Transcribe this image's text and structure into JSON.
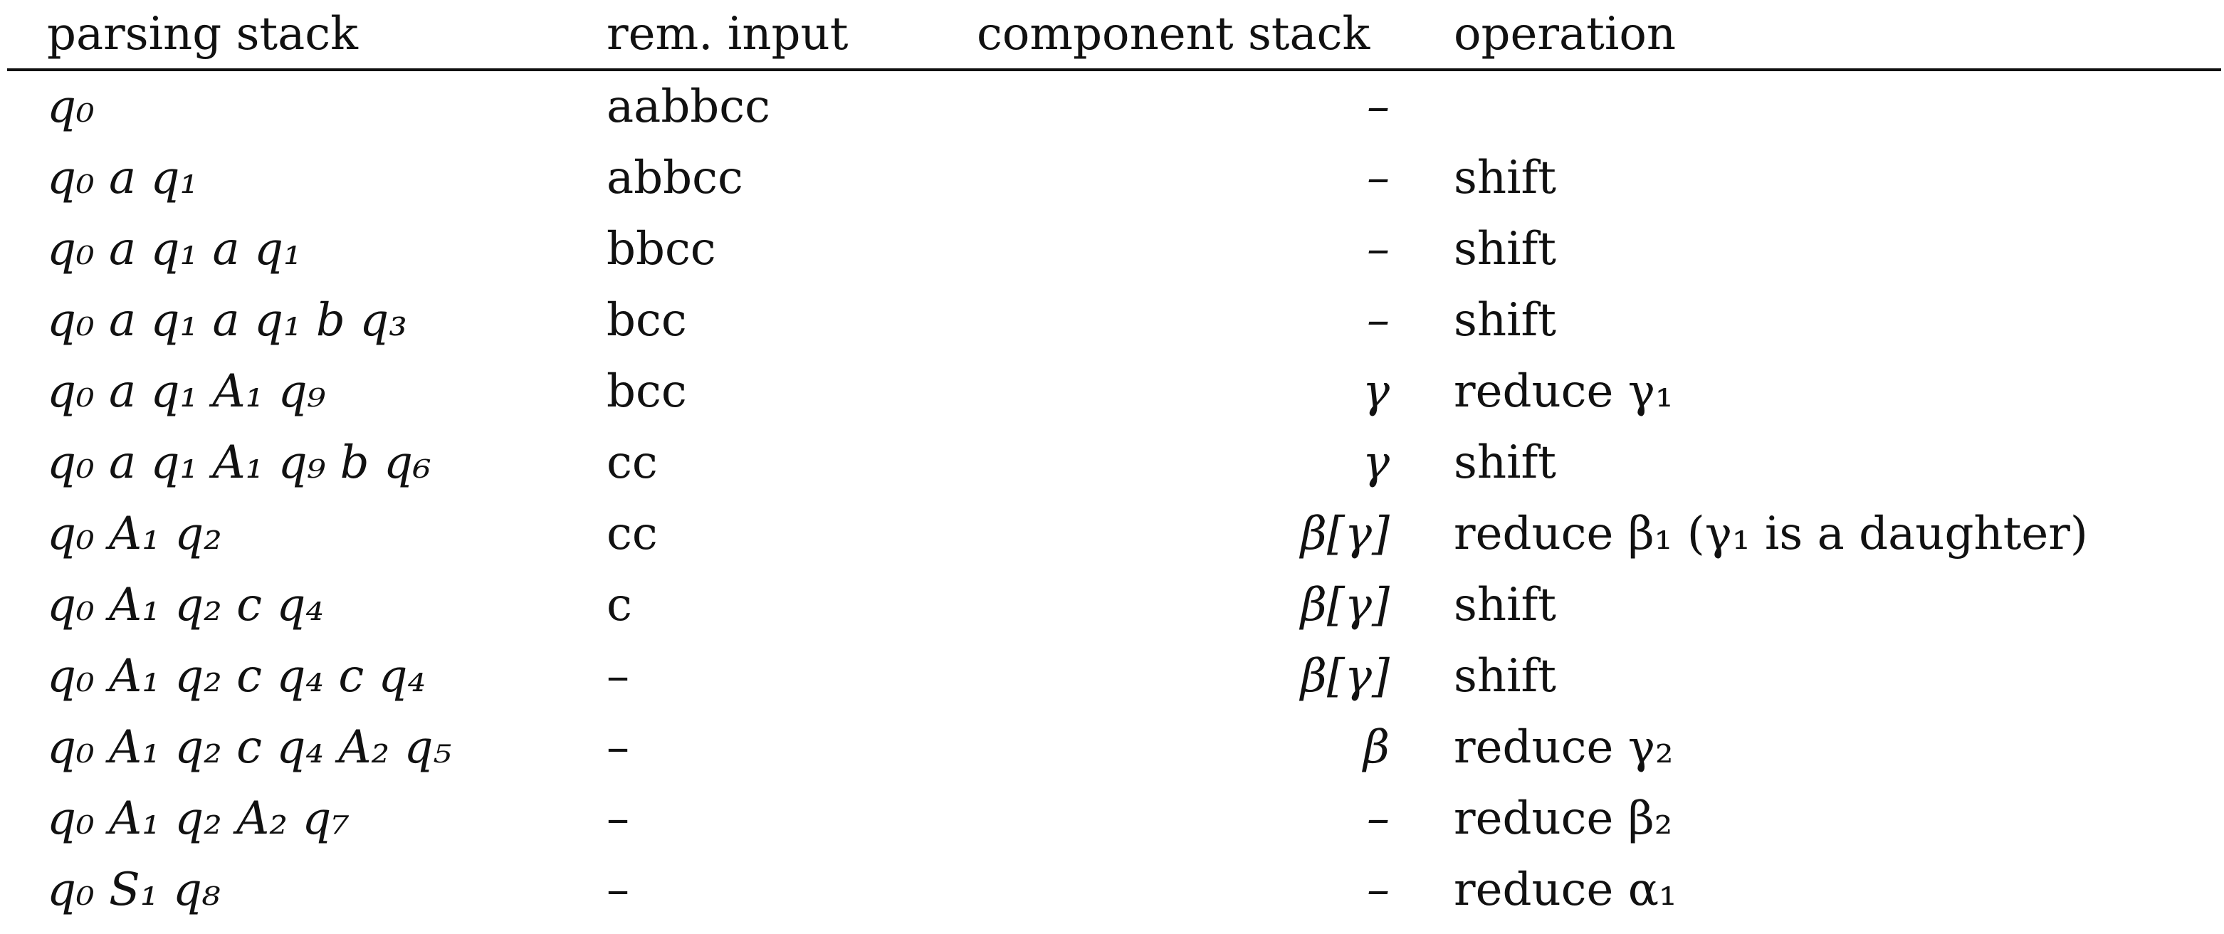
{
  "table": {
    "headers": {
      "parsing_stack": "parsing stack",
      "rem_input": "rem. input",
      "component_stack": "component stack",
      "operation": "operation"
    },
    "rows": [
      {
        "parsing_stack": "q₀",
        "rem_input": "aabbcc",
        "component_stack": "–",
        "operation": ""
      },
      {
        "parsing_stack": "q₀ a q₁",
        "rem_input": "abbcc",
        "component_stack": "–",
        "operation": "shift"
      },
      {
        "parsing_stack": "q₀ a q₁ a q₁",
        "rem_input": "bbcc",
        "component_stack": "–",
        "operation": "shift"
      },
      {
        "parsing_stack": "q₀ a q₁ a q₁ b q₃",
        "rem_input": "bcc",
        "component_stack": "–",
        "operation": "shift"
      },
      {
        "parsing_stack": "q₀ a q₁ A₁ q₉",
        "rem_input": "bcc",
        "component_stack": "γ",
        "operation": "reduce γ₁"
      },
      {
        "parsing_stack": "q₀ a q₁ A₁ q₉ b q₆",
        "rem_input": "cc",
        "component_stack": "γ",
        "operation": "shift"
      },
      {
        "parsing_stack": "q₀ A₁ q₂",
        "rem_input": "cc",
        "component_stack": "β[γ]",
        "operation": "reduce β₁ (γ₁ is a daughter)"
      },
      {
        "parsing_stack": "q₀ A₁ q₂ c q₄",
        "rem_input": "c",
        "component_stack": "β[γ]",
        "operation": "shift"
      },
      {
        "parsing_stack": "q₀ A₁ q₂ c q₄ c q₄",
        "rem_input": "–",
        "component_stack": "β[γ]",
        "operation": "shift"
      },
      {
        "parsing_stack": "q₀ A₁ q₂ c q₄ A₂ q₅",
        "rem_input": "–",
        "component_stack": "β",
        "operation": "reduce γ₂"
      },
      {
        "parsing_stack": "q₀ A₁ q₂ A₂ q₇",
        "rem_input": "–",
        "component_stack": "–",
        "operation": "reduce β₂"
      },
      {
        "parsing_stack": "q₀ S₁ q₈",
        "rem_input": "–",
        "component_stack": "–",
        "operation": "reduce α₁"
      }
    ]
  }
}
